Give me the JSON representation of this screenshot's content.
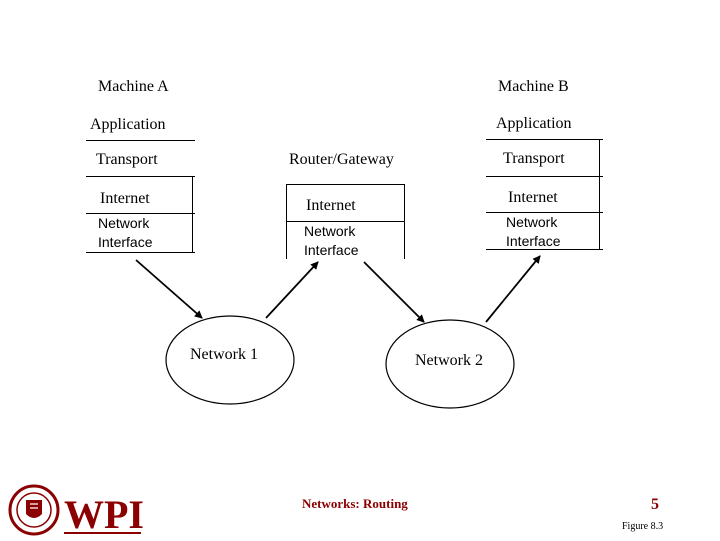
{
  "machine_a": {
    "title": "Machine A",
    "layers": [
      "Application",
      "Transport",
      "Internet"
    ],
    "network_interface": [
      "Network",
      "Interface"
    ]
  },
  "machine_b": {
    "title": "Machine B",
    "layers": [
      "Application",
      "Transport",
      "Internet"
    ],
    "network_interface": [
      "Network",
      "Interface"
    ]
  },
  "router": {
    "title": "Router/Gateway",
    "layers": [
      "Internet"
    ],
    "network_interface": [
      "Network",
      "Interface"
    ]
  },
  "networks": [
    "Network 1",
    "Network 2"
  ],
  "footer": {
    "title": "Networks: Routing",
    "page_number": "5",
    "figure": "Figure 8.3"
  },
  "logo": {
    "text": "WPI",
    "color": "#8b0000"
  }
}
